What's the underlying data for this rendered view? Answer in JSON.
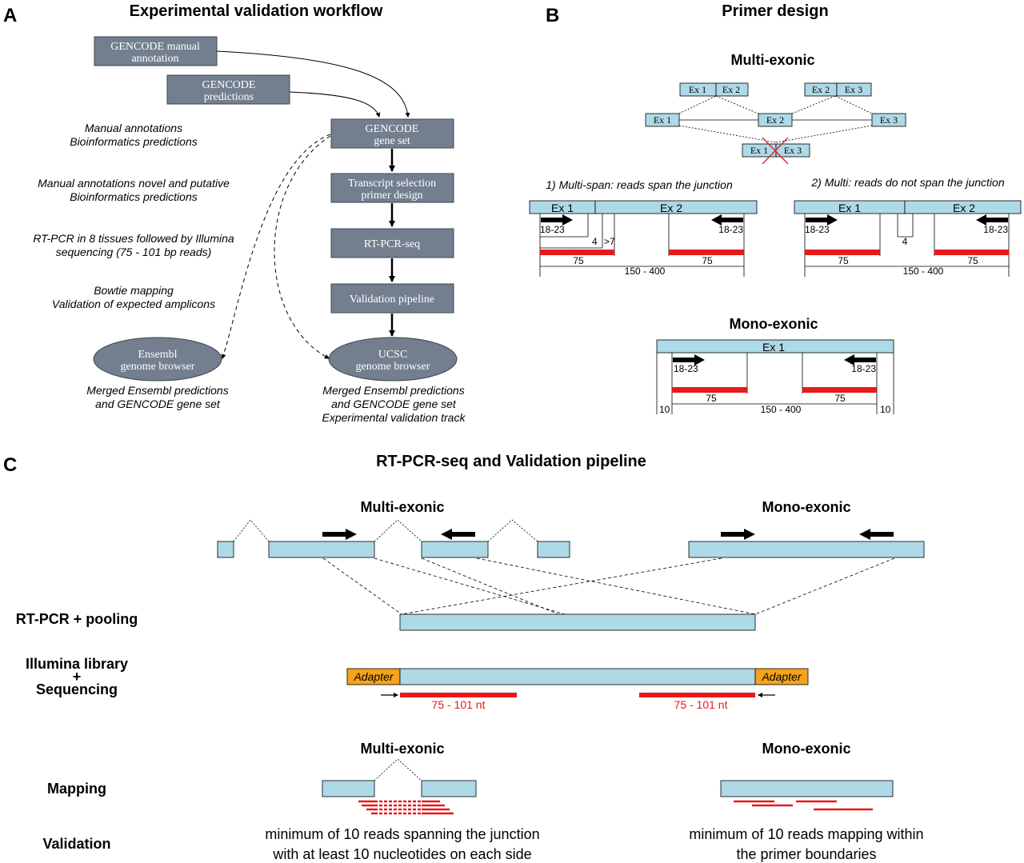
{
  "panel_a": {
    "letter": "A",
    "title": "Experimental validation workflow",
    "boxes": {
      "manual_line1": "GENCODE manual",
      "manual_line2": "annotation",
      "pred_line1": "GENCODE",
      "pred_line2": "predictions",
      "geneset_line1": "GENCODE",
      "geneset_line2": "gene set",
      "transcript_line1": "Transcript selection",
      "transcript_line2": "primer design",
      "rtpcrseq": "RT-PCR-seq",
      "pipeline": "Validation pipeline",
      "ensembl_line1": "Ensembl",
      "ensembl_line2": "genome browser",
      "ucsc_line1": "UCSC",
      "ucsc_line2": "genome browser"
    },
    "notes": {
      "n1_line1": "Manual annotations",
      "n1_line2": "Bioinformatics predictions",
      "n2_line1": "Manual annotations novel and putative",
      "n2_line2": "Bioinformatics predictions",
      "n3_line1": "RT-PCR in 8 tissues followed by Illumina",
      "n3_line2": "sequencing (75 - 101 bp reads)",
      "n4_line1": "Bowtie mapping",
      "n4_line2": "Validation of expected amplicons",
      "ens_line1": "Merged Ensembl predictions",
      "ens_line2": "and GENCODE gene set",
      "ucsc_line1": "Merged Ensembl predictions",
      "ucsc_line2": "and GENCODE gene set",
      "ucsc_line3": "Experimental validation track"
    }
  },
  "panel_b": {
    "letter": "B",
    "title": "Primer design",
    "multi_title": "Multi-exonic",
    "mono_title": "Mono-exonic",
    "exons": {
      "ex1": "Ex 1",
      "ex2": "Ex 2",
      "ex3": "Ex 3"
    },
    "span_label": "1) Multi-span: reads span the junction",
    "nospan_label": "2) Multi: reads do not span the junction",
    "primer_len": "18-23",
    "read_len": "75",
    "amplicon": "150 - 400",
    "four": "4",
    "gt7": ">7",
    "ten": "10"
  },
  "panel_c": {
    "letter": "C",
    "title": "RT-PCR-seq and Validation pipeline",
    "multi_title": "Multi-exonic",
    "mono_title": "Mono-exonic",
    "rtpcr": "RT-PCR + pooling",
    "illumina_line1": "Illumina library",
    "illumina_line2": "+",
    "illumina_line3": "Sequencing",
    "adapter": "Adapter",
    "read_nt": "75 - 101 nt",
    "mapping": "Mapping",
    "validation": "Validation",
    "multi_crit_line1": "minimum of 10 reads spanning the junction",
    "multi_crit_line2": "with at least 10 nucleotides on each side",
    "mono_crit_line1": "minimum of 10 reads mapping within",
    "mono_crit_line2": "the primer boundaries"
  },
  "colors": {
    "box": "#737f8f",
    "exon": "#aed9e6",
    "red": "#e8191a",
    "adapter": "#f4a31a"
  }
}
